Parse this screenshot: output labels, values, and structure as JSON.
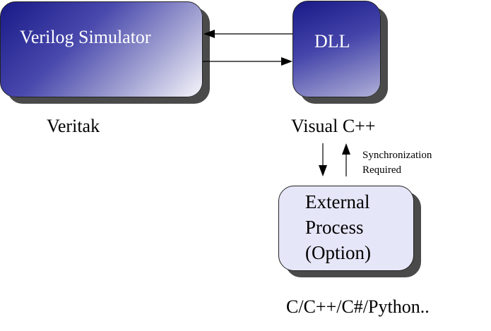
{
  "simulator_box": {
    "label": "Verilog Simulator",
    "caption": "Veritak"
  },
  "dll_box": {
    "label": "DLL",
    "caption": "Visual C++"
  },
  "sync_note": {
    "line1": "Synchronization",
    "line2": "Required"
  },
  "external_box": {
    "line1": "External",
    "line2": "Process",
    "line3": "(Option)",
    "caption": "C/C++/C#/Python.."
  },
  "colors": {
    "box_dark": "#1a1a88",
    "box_light": "#e6e6f9",
    "shadow": "#4a4a4a"
  }
}
